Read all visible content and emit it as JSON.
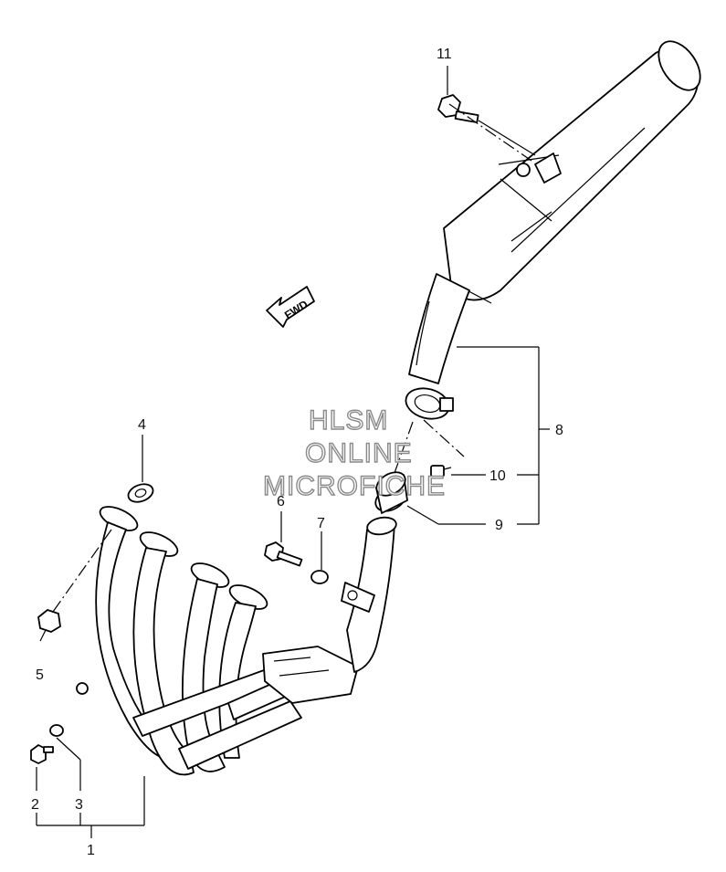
{
  "callouts": {
    "c1": "1",
    "c2": "2",
    "c3": "3",
    "c4": "4",
    "c5": "5",
    "c6": "6",
    "c7": "7",
    "c8": "8",
    "c9": "9",
    "c10": "10",
    "c11": "11"
  },
  "direction_arrow": {
    "label": "FWD"
  },
  "watermark": {
    "line1": "HLSM",
    "line2": "ONLINE",
    "line3": "MICROFICHE"
  }
}
